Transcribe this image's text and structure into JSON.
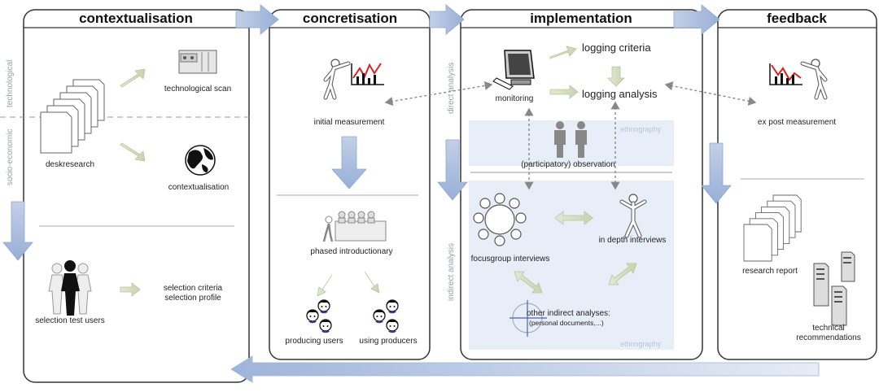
{
  "columns": {
    "contextualisation": {
      "title": "contextualisation",
      "side_labels": [
        "technological",
        "socio-economic"
      ],
      "items": [
        "deskresearch",
        "technological scan",
        "contextualisation",
        "selection test users",
        "selection criteria",
        "selection profile"
      ]
    },
    "concretisation": {
      "title": "concretisation",
      "items": [
        "initial measurement",
        "phased introductionary",
        "producing users",
        "using producers"
      ]
    },
    "implementation": {
      "title": "implementation",
      "side_labels": [
        "direct analysis",
        "indirect analysis"
      ],
      "items": [
        "monitoring",
        "logging criteria",
        "logging analysis",
        "(participatory) observation",
        "ethnography",
        "focusgroup interviews",
        "in depth interviews",
        "other indirect analyses:",
        "(personal documents,...)",
        "ethnography"
      ]
    },
    "feedback": {
      "title": "feedback",
      "items": [
        "ex post measurement",
        "research report",
        "technical",
        "recommendations"
      ]
    }
  },
  "colors": {
    "arrow_blue": "#a9bbdb",
    "arrow_green": "#d4ddc2",
    "panel_fill": "#e8eef8",
    "border": "#333333"
  },
  "icons": [
    "document-stack-icon",
    "server-icon",
    "globe-icon",
    "person-pointing-icon",
    "line-chart-icon",
    "presentation-audience-icon",
    "people-group-icon",
    "computer-monitor-icon",
    "person-pair-icon",
    "round-table-icon",
    "person-standing-icon",
    "crosshair-icon"
  ]
}
